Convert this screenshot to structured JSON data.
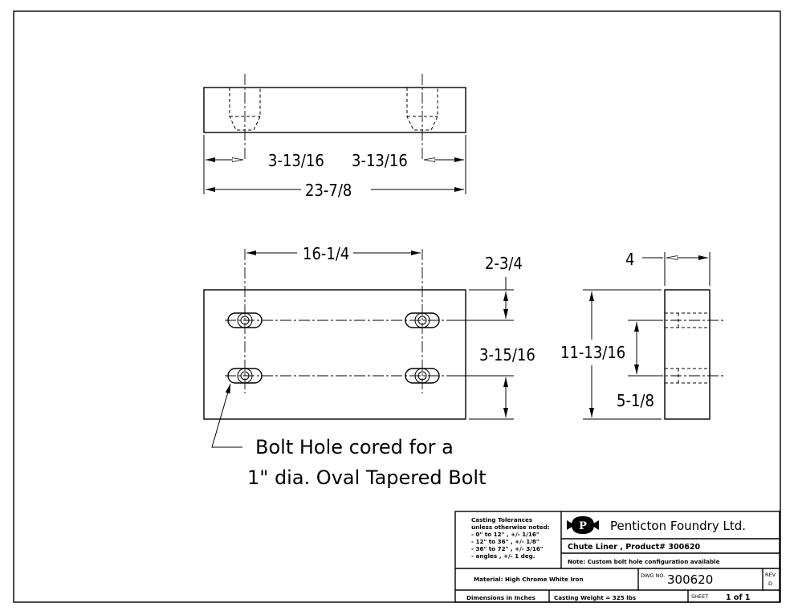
{
  "dimensions": {
    "top_left": "3-13/16",
    "top_right": "3-13/16",
    "overall_length": "23-7/8",
    "hole_spacing": "16-1/4",
    "edge_to_hole": "2-3/4",
    "hole_row_spacing": "3-15/16",
    "width": "11-13/16",
    "thickness": "4",
    "side_hole_spacing": "5-1/8"
  },
  "note": {
    "line1": "Bolt Hole cored for a",
    "line2": "1\" dia. Oval Tapered Bolt"
  },
  "title_block": {
    "tolerances": [
      "Casting Tolerances",
      "unless otherwise noted:",
      "-  0\" to 12\"  , +/- 1/16\"",
      "- 12\" to 36\"  , +/- 1/8\"",
      "- 36\" to 72\"  , +/- 3/16\"",
      "- angles      , +/- 1 deg."
    ],
    "company": "Penticton Foundry Ltd.",
    "logo_letter": "P",
    "product": "Chute Liner , Product# 300620",
    "note": "Note: Custom bolt hole configuration available",
    "material": "Material: High Chrome White Iron",
    "dwg_label": "DWG NO.",
    "dwg_no": "300620",
    "rev_label": "REV",
    "rev": "D",
    "units": "Dimensions in Inches",
    "weight": "Casting Weight = 325 lbs",
    "sheet_label": "SHEET",
    "sheet": "1 of 1"
  }
}
